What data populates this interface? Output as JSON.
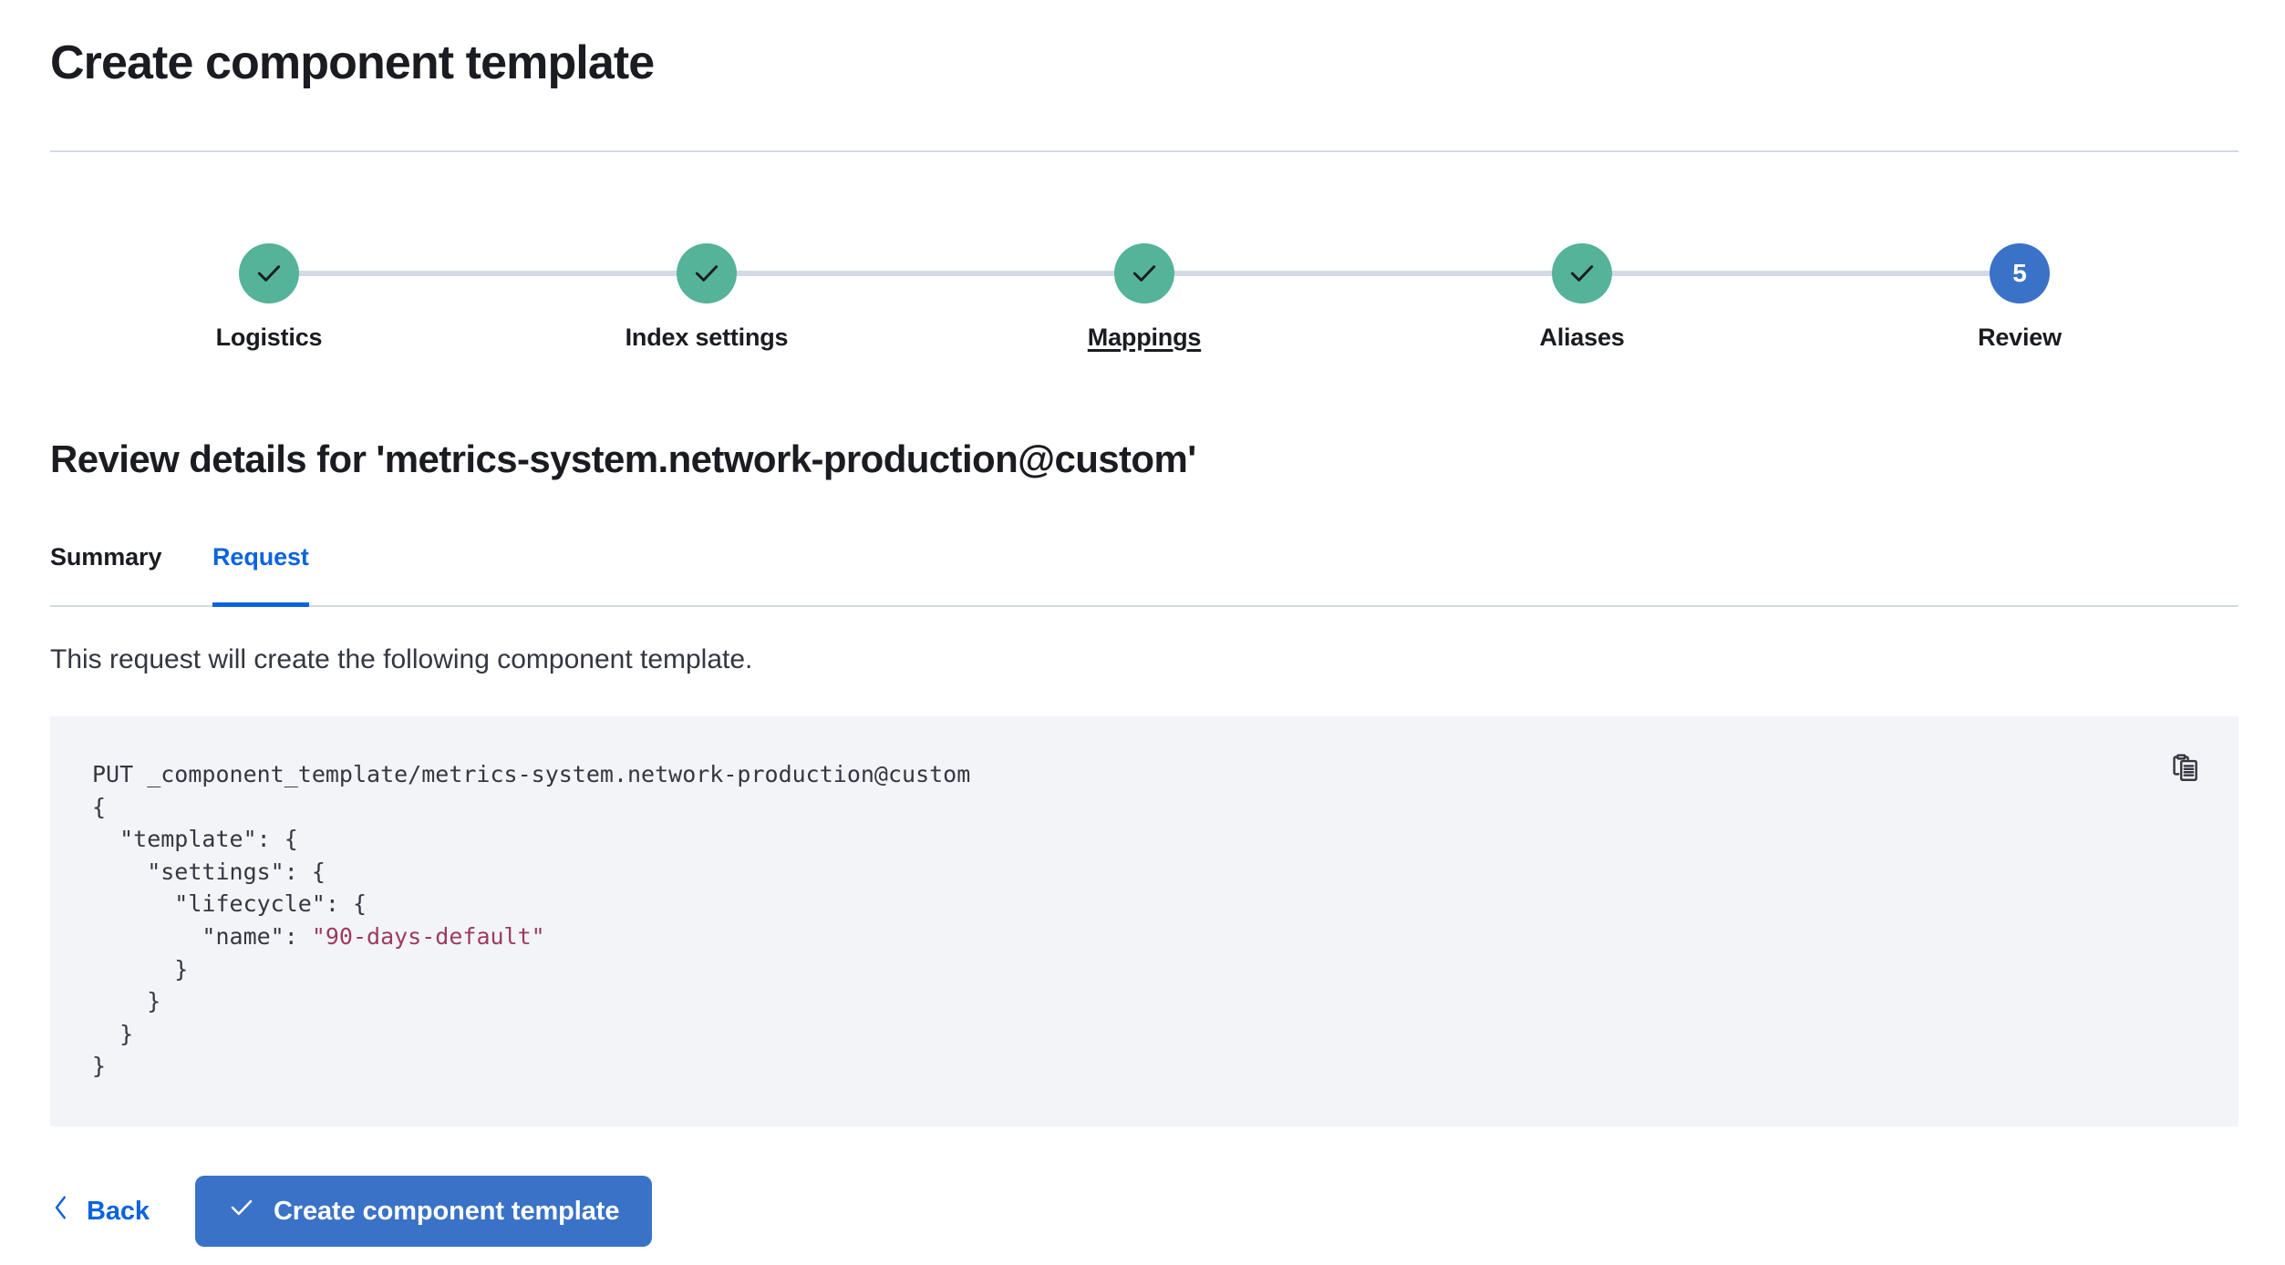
{
  "header": {
    "title": "Create component template"
  },
  "stepper": {
    "steps": [
      {
        "label": "Logistics",
        "state": "complete",
        "icon": "check-icon",
        "number": "1",
        "hovered": false
      },
      {
        "label": "Index settings",
        "state": "complete",
        "icon": "check-icon",
        "number": "2",
        "hovered": false
      },
      {
        "label": "Mappings",
        "state": "complete",
        "icon": "check-icon",
        "number": "3",
        "hovered": true
      },
      {
        "label": "Aliases",
        "state": "complete",
        "icon": "check-icon",
        "number": "4",
        "hovered": false
      },
      {
        "label": "Review",
        "state": "current",
        "icon": "",
        "number": "5",
        "hovered": false
      }
    ],
    "complete_color": "#54b399",
    "current_color": "#3a72c8",
    "track_color": "#d3dae6"
  },
  "review": {
    "heading": "Review details for 'metrics-system.network-production@custom'",
    "tabs": [
      {
        "label": "Summary",
        "active": false
      },
      {
        "label": "Request",
        "active": true
      }
    ],
    "active_tab_color": "#0b64dd",
    "description": "This request will create the following component template.",
    "code": {
      "copy_icon": "copy-clipboard-icon",
      "request_line": "PUT _component_template/metrics-system.network-production@custom",
      "body_lines": [
        "{",
        "  \"template\": {",
        "    \"settings\": {",
        "      \"lifecycle\": {",
        "        \"name\": \"90-days-default\"",
        "      }",
        "    }",
        "  }",
        "}"
      ],
      "string_value": "\"90-days-default\"",
      "string_color": "#9c3a62",
      "background_color": "#f3f4f8"
    }
  },
  "footer": {
    "back_label": "Back",
    "back_icon": "chevron-left-icon",
    "submit_label": "Create component template",
    "submit_icon": "check-icon",
    "submit_color": "#3a72c8"
  }
}
